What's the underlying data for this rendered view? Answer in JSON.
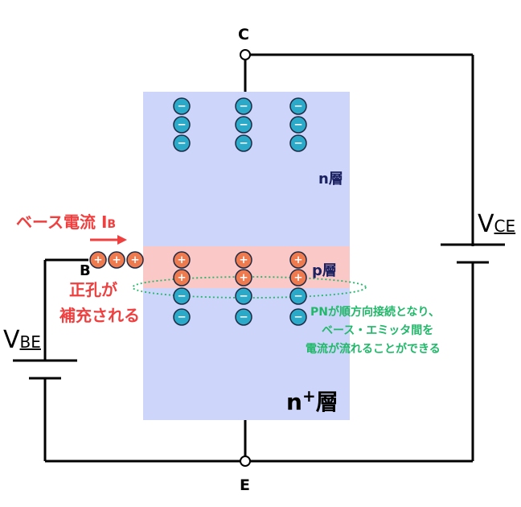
{
  "terminals": {
    "collector": "C",
    "emitter": "E",
    "base": "B"
  },
  "layers": {
    "n_top": "n層",
    "p": "p層",
    "n_bottom_prefix": "n",
    "n_bottom_sup": "+",
    "n_bottom_suffix": "層"
  },
  "supplies": {
    "vce_main": "V",
    "vce_sub": "CE",
    "vbe_main": "V",
    "vbe_sub": "BE"
  },
  "base_current": {
    "text": "ベース電流 I",
    "sub": "B"
  },
  "holes_note": {
    "line1": "正孔が",
    "line2": "補充される"
  },
  "pn_note": {
    "line1": "PNが順方向接続となり、",
    "line2": "ベース・エミッタ間を",
    "line3": "電流が流れることができる"
  },
  "symbols": {
    "electron": "−",
    "hole": "+"
  },
  "colors": {
    "n_region": "#cdd6fa",
    "p_region": "#fbc8c8",
    "electron": "#2aaac8",
    "hole": "#ee7a50",
    "annotation_red": "#ef3f3f",
    "annotation_green": "#22b86a",
    "label_navy": "#1a2060"
  }
}
